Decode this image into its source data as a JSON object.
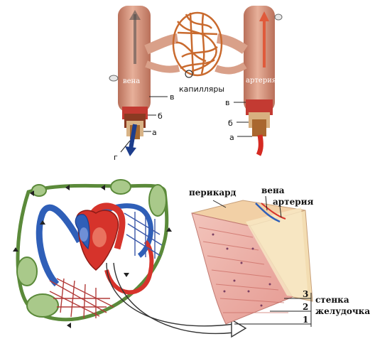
{
  "vessels": {
    "vein_label": "вена",
    "artery_label": "артерия",
    "capillaries_label": "капилляры",
    "vein_layers": [
      "в",
      "б",
      "а",
      "г"
    ],
    "artery_layers": [
      "в",
      "б",
      "а"
    ]
  },
  "wall": {
    "pericardium_label": "перикард",
    "vein_label": "вена",
    "artery_label": "артерия",
    "layer_numbers": [
      "3",
      "2",
      "1"
    ],
    "wall_label": "стенка",
    "ventricle_label": "желудочка"
  },
  "colors": {
    "vessel_skin": "#d9a089",
    "vessel_dark": "#b9705a",
    "capillary": "#c96a2e",
    "vein_blue": "#2f5fb8",
    "artery_red": "#d6332b",
    "lymph_green": "#5b8a3a",
    "muscle_pink": "#e7a7a0",
    "muscle_cream": "#f3ddb2"
  }
}
